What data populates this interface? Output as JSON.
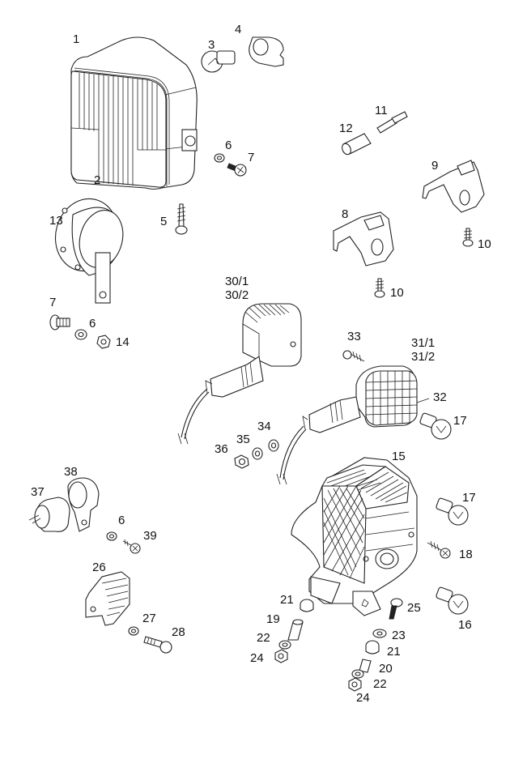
{
  "diagram": {
    "type": "exploded-parts-diagram",
    "subject": "Lighting and electrical components",
    "callouts": [
      {
        "id": "c1",
        "label": "1",
        "part": "headlight-housing"
      },
      {
        "id": "c2",
        "label": "2",
        "part": "headlight-lens"
      },
      {
        "id": "c3",
        "label": "3",
        "part": "bulb"
      },
      {
        "id": "c4",
        "label": "4",
        "part": "bulb-socket"
      },
      {
        "id": "c5",
        "label": "5",
        "part": "self-tapping-screw"
      },
      {
        "id": "c6a",
        "label": "6",
        "part": "washer"
      },
      {
        "id": "c7a",
        "label": "7",
        "part": "screw"
      },
      {
        "id": "c8",
        "label": "8",
        "part": "mount-bracket-left"
      },
      {
        "id": "c9",
        "label": "9",
        "part": "mount-bracket-right"
      },
      {
        "id": "c10a",
        "label": "10",
        "part": "self-tapping-screw"
      },
      {
        "id": "c10b",
        "label": "10",
        "part": "self-tapping-screw"
      },
      {
        "id": "c11",
        "label": "11",
        "part": "bulb-holder"
      },
      {
        "id": "c12",
        "label": "12",
        "part": "rubber-sleeve"
      },
      {
        "id": "c13",
        "label": "13",
        "part": "horn"
      },
      {
        "id": "c7b",
        "label": "7",
        "part": "screw"
      },
      {
        "id": "c6b",
        "label": "6",
        "part": "washer"
      },
      {
        "id": "c14",
        "label": "14",
        "part": "nut"
      },
      {
        "id": "c30",
        "label": "30/1\n30/2",
        "part": "turn-signal-front"
      },
      {
        "id": "c33",
        "label": "33",
        "part": "screw"
      },
      {
        "id": "c31",
        "label": "31/1\n31/2",
        "part": "turn-signal-rear"
      },
      {
        "id": "c32",
        "label": "32",
        "part": "turn-signal-lens"
      },
      {
        "id": "c17a",
        "label": "17",
        "part": "bulb"
      },
      {
        "id": "c34",
        "label": "34",
        "part": "washer"
      },
      {
        "id": "c35",
        "label": "35",
        "part": "lock-washer"
      },
      {
        "id": "c36",
        "label": "36",
        "part": "nut"
      },
      {
        "id": "c15",
        "label": "15",
        "part": "tail-light"
      },
      {
        "id": "c17b",
        "label": "17",
        "part": "bulb"
      },
      {
        "id": "c18",
        "label": "18",
        "part": "screw"
      },
      {
        "id": "c16",
        "label": "16",
        "part": "bulb"
      },
      {
        "id": "c21a",
        "label": "21",
        "part": "grommet"
      },
      {
        "id": "c19",
        "label": "19",
        "part": "spacer-sleeve"
      },
      {
        "id": "c22a",
        "label": "22",
        "part": "washer"
      },
      {
        "id": "c24a",
        "label": "24",
        "part": "nut"
      },
      {
        "id": "c25",
        "label": "25",
        "part": "bolt"
      },
      {
        "id": "c23",
        "label": "23",
        "part": "washer"
      },
      {
        "id": "c21b",
        "label": "21",
        "part": "grommet"
      },
      {
        "id": "c20",
        "label": "20",
        "part": "spacer-sleeve"
      },
      {
        "id": "c22b",
        "label": "22",
        "part": "washer"
      },
      {
        "id": "c24b",
        "label": "24",
        "part": "nut"
      },
      {
        "id": "c37",
        "label": "37",
        "part": "flasher-relay"
      },
      {
        "id": "c38",
        "label": "38",
        "part": "relay-holder"
      },
      {
        "id": "c6c",
        "label": "6",
        "part": "washer"
      },
      {
        "id": "c39",
        "label": "39",
        "part": "screw"
      },
      {
        "id": "c26",
        "label": "26",
        "part": "voltage-regulator"
      },
      {
        "id": "c27",
        "label": "27",
        "part": "washer"
      },
      {
        "id": "c28",
        "label": "28",
        "part": "bolt"
      }
    ]
  }
}
